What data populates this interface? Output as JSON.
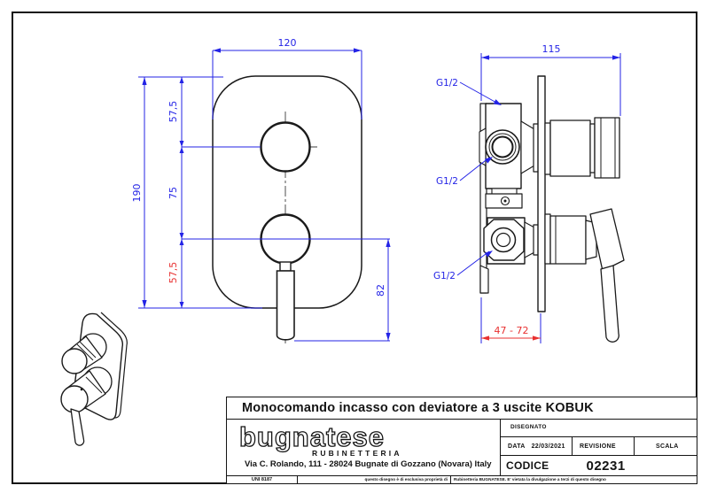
{
  "sheet": {
    "standard": "UNI 8187",
    "disclaimer_left": "questo disegno è di esclusiva proprietà di",
    "disclaimer_right": "Rubinetteria BUGNATESE. E' vietata la divulgazione a terzi di questo disegno"
  },
  "title_block": {
    "title": "Monocomando incasso con deviatore a 3 uscite KOBUK",
    "brand": "bugnatese",
    "brand_subtitle": "RUBINETTERIA",
    "address": "Via C. Rolando, 111 - 28024 Bugnate di Gozzano (Novara) Italy",
    "disegnato_label": "DISEGNATO",
    "data_label": "DATA",
    "data_value": "22/03/2021",
    "revisione_label": "REVISIONE",
    "scala_label": "SCALA",
    "codice_label": "CODICE",
    "codice_value": "02231"
  },
  "front_view": {
    "dim_width": "120",
    "dim_height": "190",
    "dim_top_offset": "57,5",
    "dim_center_distance": "75",
    "dim_bottom_offset": "57,5",
    "dim_lever_length": "82"
  },
  "side_view": {
    "dim_depth": "115",
    "dim_install_range": "47 - 72",
    "port_label_top": "G1/2",
    "port_label_mid": "G1/2",
    "port_label_bottom": "G1/2"
  },
  "colors": {
    "dimension_blue": "#2323e6",
    "highlight_red": "#e83030",
    "line_black": "#1a1a1a"
  }
}
